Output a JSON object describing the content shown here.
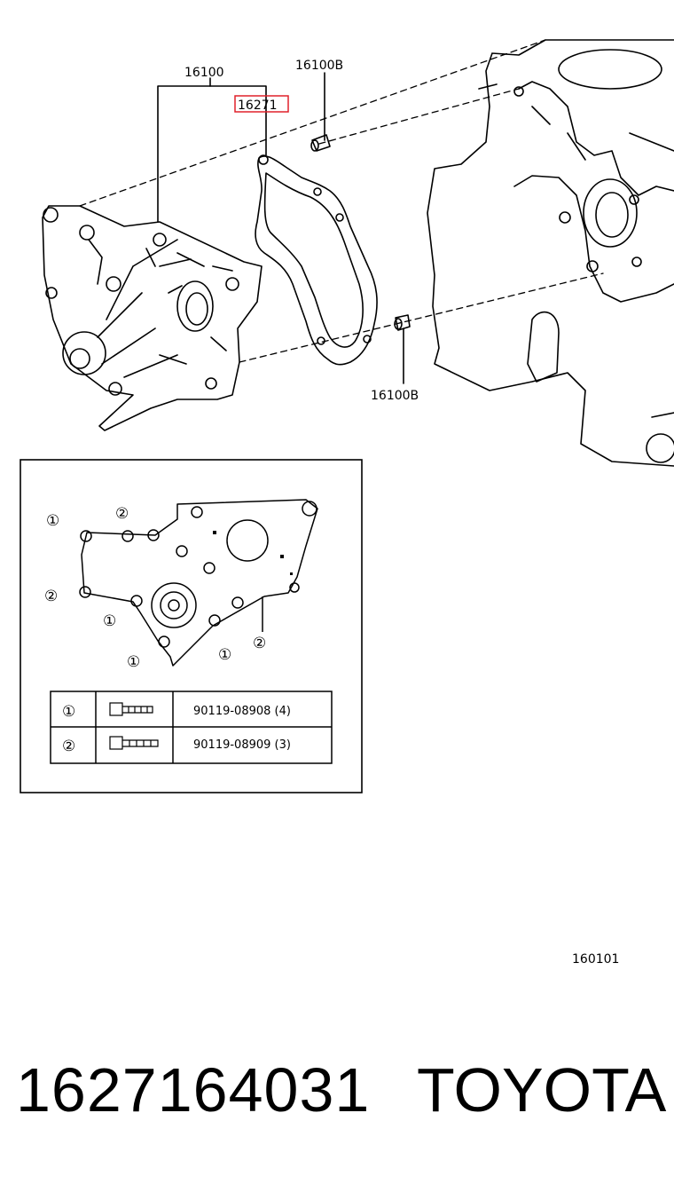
{
  "diagram": {
    "callouts": {
      "pump": "16100",
      "gasket": "16271",
      "pin_top": "16100B",
      "pin_bottom": "16100B"
    },
    "figure_code": "160101",
    "highlight_color": "#e0202a",
    "bolt_map": {
      "markers": [
        "①",
        "②",
        "②",
        "①",
        "①",
        "②",
        "①"
      ],
      "legend": [
        {
          "marker": "①",
          "part": "90119-08908 (4)"
        },
        {
          "marker": "②",
          "part": "90119-08909 (3)"
        }
      ]
    }
  },
  "footer": {
    "part_number": "1627164031",
    "brand": "TOYOTA"
  }
}
